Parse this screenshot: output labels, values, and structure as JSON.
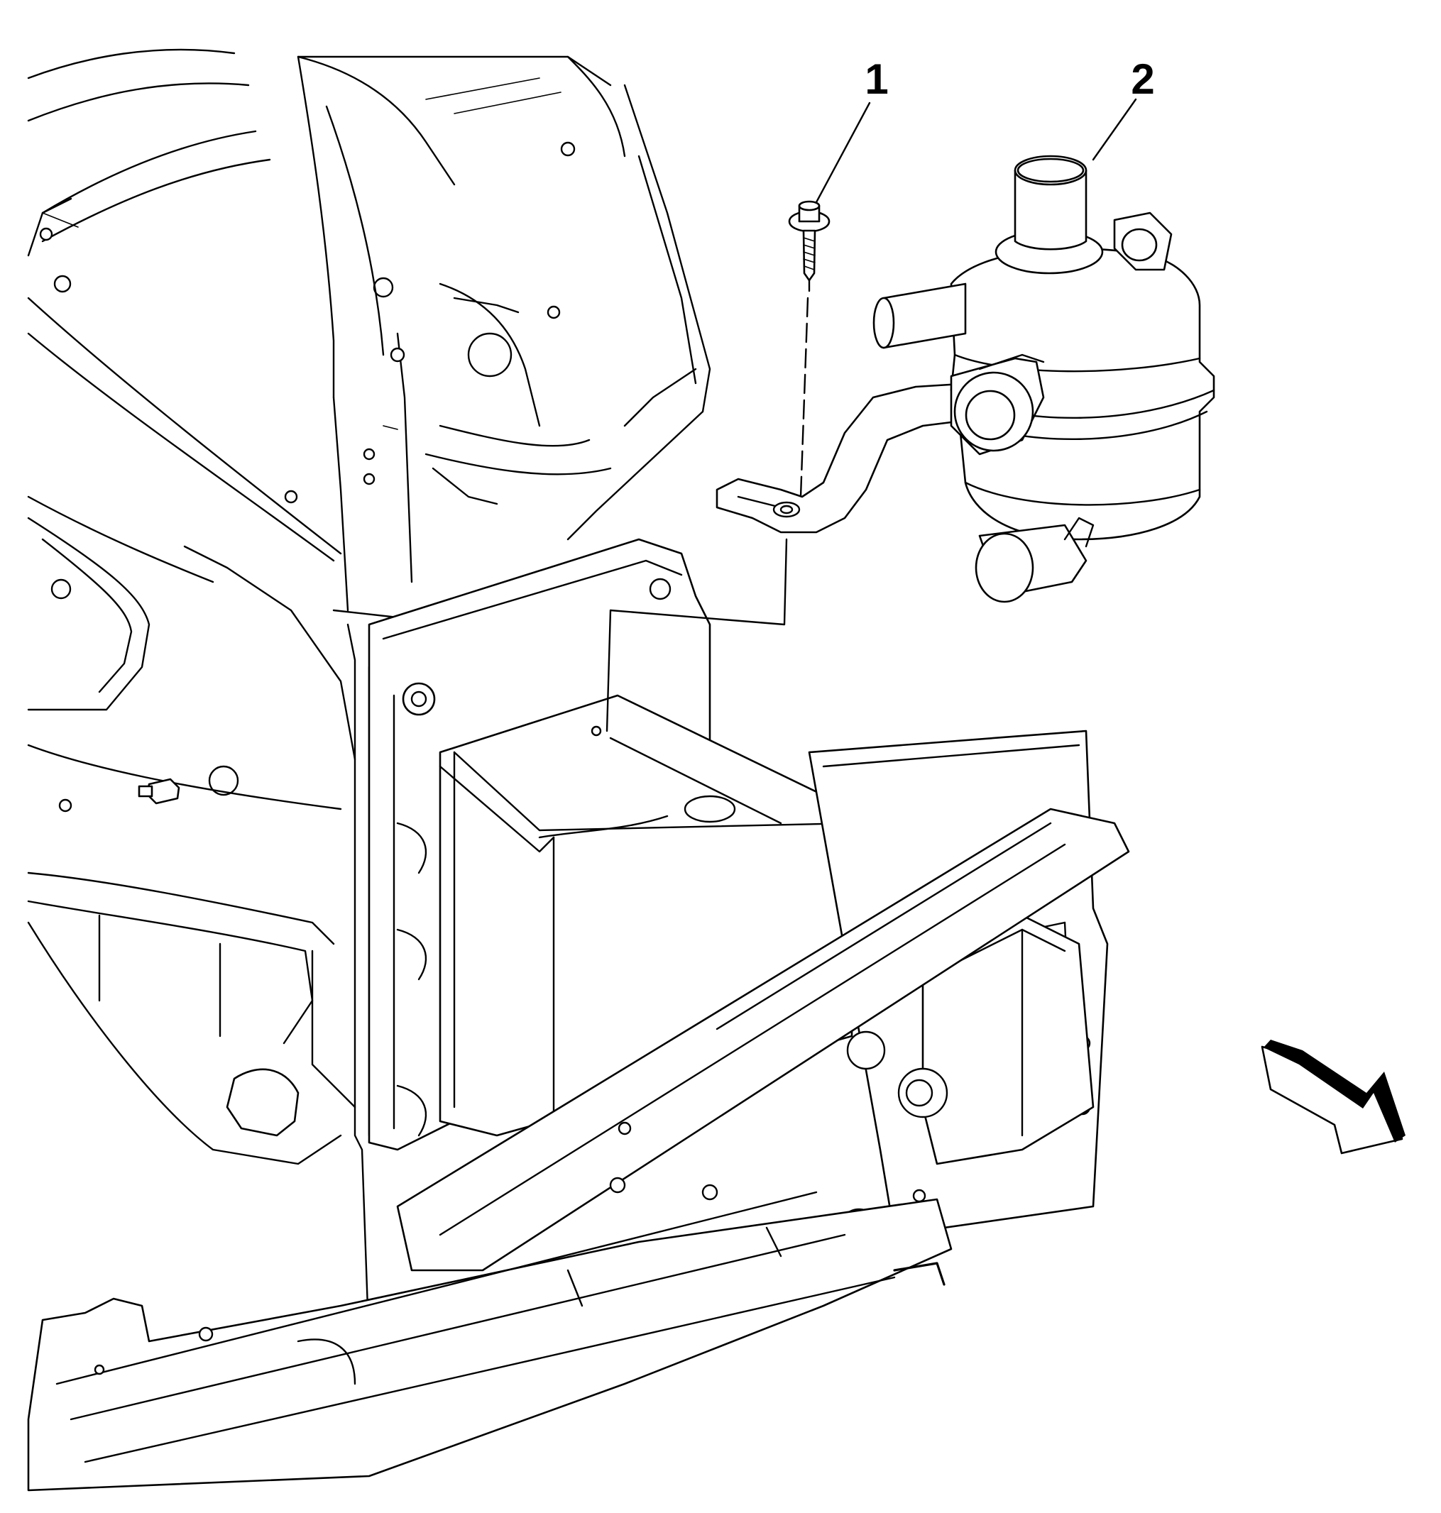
{
  "callouts": [
    {
      "label": "1",
      "part": "bolt"
    },
    {
      "label": "2",
      "part": "reservoir-assembly"
    }
  ],
  "colors": {
    "line": "#000000",
    "background": "#ffffff"
  },
  "icons": {
    "direction_arrow": "front-direction-arrow-icon"
  }
}
